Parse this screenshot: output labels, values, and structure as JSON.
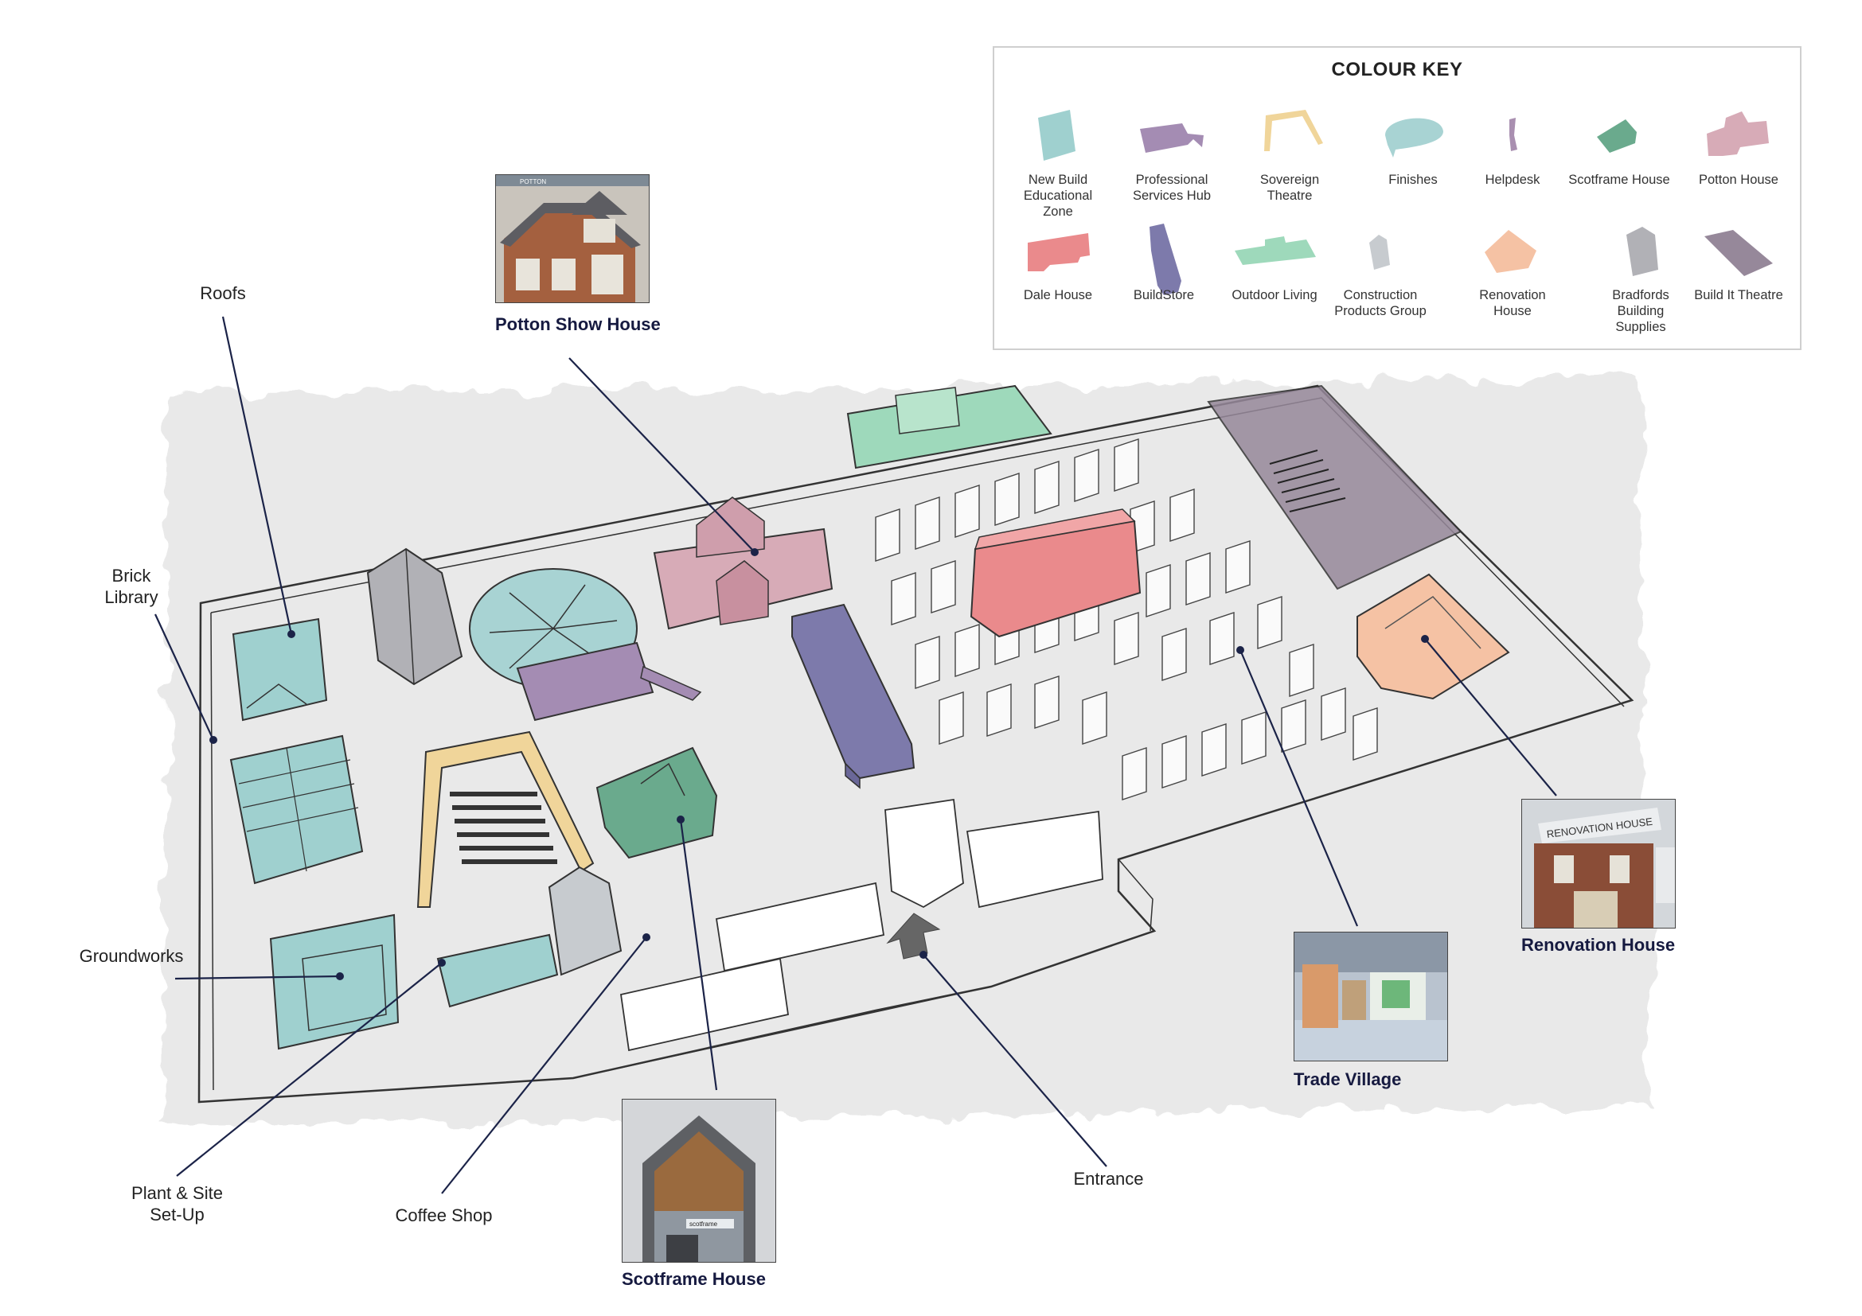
{
  "colour_key": {
    "title": "COLOUR KEY",
    "items": [
      {
        "label": "New Build\nEducational\nZone",
        "color": "#9fd0cf",
        "icon": "new-build-educational-zone-swatch"
      },
      {
        "label": "Professional\nServices Hub",
        "color": "#a48cb3",
        "icon": "professional-services-hub-swatch"
      },
      {
        "label": "Sovereign Theatre",
        "color": "#f0d59a",
        "icon": "sovereign-theatre-swatch"
      },
      {
        "label": "Finishes",
        "color": "#a8d3d3",
        "icon": "finishes-swatch"
      },
      {
        "label": "Helpdesk",
        "color": "#a98fb0",
        "icon": "helpdesk-swatch"
      },
      {
        "label": "Scotframe House",
        "color": "#6aaa8d",
        "icon": "scotframe-house-swatch"
      },
      {
        "label": "Potton House",
        "color": "#d7abb7",
        "icon": "potton-house-swatch"
      },
      {
        "label": "Dale House",
        "color": "#ea8a8c",
        "icon": "dale-house-swatch"
      },
      {
        "label": "BuildStore",
        "color": "#7d7aab",
        "icon": "buildstore-swatch"
      },
      {
        "label": "Outdoor Living",
        "color": "#9ed9bb",
        "icon": "outdoor-living-swatch"
      },
      {
        "label": "Construction\nProducts Group",
        "color": "#c7cbcf",
        "icon": "construction-products-group-swatch"
      },
      {
        "label": "Renovation House",
        "color": "#f5c2a4",
        "icon": "renovation-house-swatch"
      },
      {
        "label": "Bradfords\nBuilding\nSupplies",
        "color": "#b1b1b6",
        "icon": "bradfords-building-supplies-swatch"
      },
      {
        "label": "Build It Theatre",
        "color": "#96889a",
        "icon": "build-it-theatre-swatch"
      }
    ]
  },
  "callouts": {
    "roofs": "Roofs",
    "brick_library": "Brick\nLibrary",
    "groundworks": "Groundworks",
    "plant_site": "Plant & Site\nSet-Up",
    "coffee_shop": "Coffee Shop",
    "entrance": "Entrance"
  },
  "featured": {
    "potton": {
      "label": "Potton Show House",
      "photo_sign": "POTTON"
    },
    "scotframe": {
      "label": "Scotframe House",
      "photo_sign": "scotframe"
    },
    "trade_village": {
      "label": "Trade Village"
    },
    "renovation": {
      "label": "Renovation House",
      "photo_sign": "RENOVATION HOUSE"
    }
  }
}
